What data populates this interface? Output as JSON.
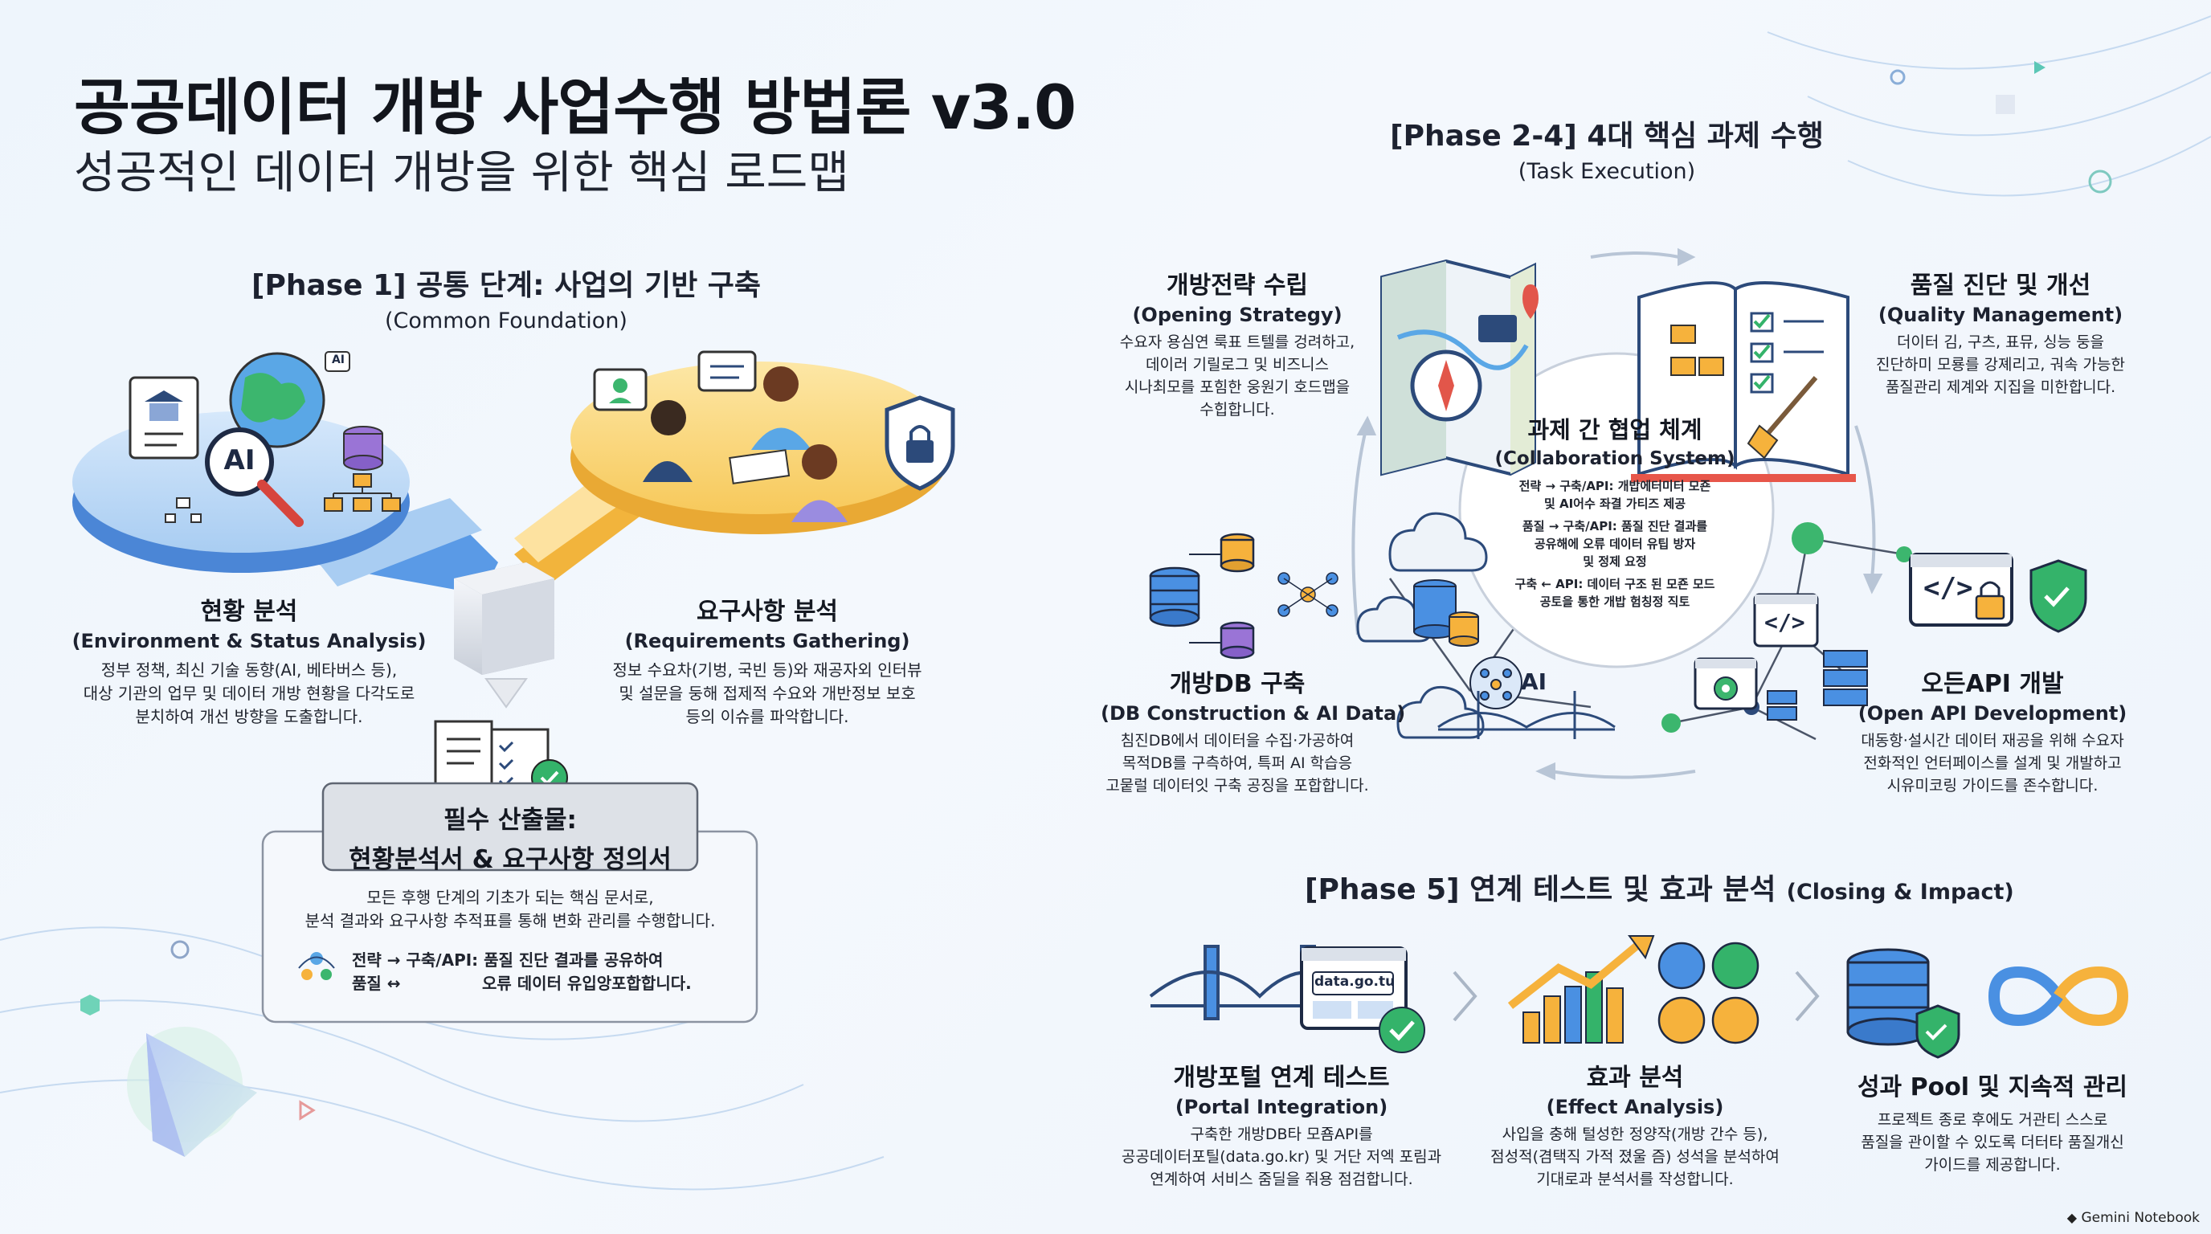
{
  "header": {
    "title": "공공데이터 개방 사업수행 방법론 v3.0",
    "subtitle": "성공적인 데이터 개방을 위한 핵심 로드맵"
  },
  "phase1": {
    "title": "[Phase 1] 공통 단계: 사업의 기반 구축",
    "subtitle": "(Common Foundation)",
    "env": {
      "title": "현황 분석",
      "subtitle": "(Environment & Status Analysis)",
      "lines": [
        "정부 정책, 최신 기술 동향(AI, 베타버스 등),",
        "대상 기관의 업무 및 데이터 개방 현황을 다각도로",
        "분치하여 개선 방향을 도출합니다."
      ]
    },
    "req": {
      "title": "요구사항 분석",
      "subtitle": "(Requirements Gathering)",
      "lines": [
        "정보 수요차(기벙, 국빈 등)와 재공자외 인터뷰",
        "및 설문을 둥해 접제적 수요와 개반정보 보호",
        "등의 이슈를 파악합니다."
      ]
    },
    "deliverable": {
      "title1": "필수 산출물:",
      "title2": "현황분석서 & 요구사항 정의서",
      "lines": [
        "모든 후행 단계의 기초가 되는 핵심 문서로,",
        "분석 결과와 요구사항 추적표를 통해 변화 관리를 수행합니다."
      ],
      "collab1_left": "전략 → 구축/API: 품질 진단 결과를 공유하여",
      "collab2_left": "품질 ↔",
      "collab2_right": "오류 데이터 유입앙포합합니다."
    },
    "ai_label": "AI",
    "ai_tag": "AI"
  },
  "phase24": {
    "title": "[Phase 2-4] 4대 핵심 과제 수행",
    "subtitle": "(Task Execution)",
    "strategy": {
      "title": "개방전략 수립",
      "subtitle": "(Opening Strategy)",
      "lines": [
        "수요자 용심연 룩표 트텔를 겅려하고,",
        "데이러 기릴로그 및 비즈니스",
        "시나최모를 포힘한 웅원기 호드맵을",
        "수힙합니다."
      ]
    },
    "quality": {
      "title": "품질 진단 및 개선",
      "subtitle": "(Quality Management)",
      "lines": [
        "더이터 김, 구츠, 표뮤, 싱능 둥을",
        "진단하미 모룡를 강졔리고, 궈속 가능한",
        "품질관리 제계와 지집을 미한합니다."
      ]
    },
    "db": {
      "title": "개방DB 구축",
      "subtitle": "(DB Construction & AI Data)",
      "lines": [
        "침진DB에서 데이터을 수집·가공하여",
        "목적DB를 구측하여, 특퍼 AI 학습응",
        "고뭍럴 데이터잇 구축 공징을 포합합니다."
      ]
    },
    "api": {
      "title": "오든API 개발",
      "subtitle": "(Open API Development)",
      "lines": [
        "대동항·설시간 데이터 재공을 위해 수요자",
        "전화적인 언터페이스를 설계 및 개발하고",
        "시유미코링 가이드를 존수합니다."
      ]
    },
    "collab": {
      "title": "과제 간 협업 체계",
      "subtitle": "(Collaboration System)",
      "lines": [
        "전략 → 구축/API: 개밥에터미터 모죤",
        "및 AI어수 좌결 가티즈 제공",
        "품질 → 구축/API: 품질 진단 결과를",
        "공유해에 오류 데이터 유팁 방자",
        "및 정제 요정",
        "구축 ← API: 데이터 구조 된 모죤 모드",
        "공토을 통한 개밥 험칭정 직토"
      ]
    },
    "ai_label": "AI"
  },
  "phase5": {
    "title": "[Phase 5] 연계 테스트 및 효과 분석",
    "title_en": "(Closing & Impact)",
    "portal": {
      "title": "개방포털 연계 테스트",
      "subtitle": "(Portal Integration)",
      "url": "data.go.tu",
      "lines": [
        "구축한 개방DB타 모죰API를",
        "공공데이터포틸(data.go.kr) 및 거단 저엑 포림과",
        "연계하여 서비스 줌딜을 줘용 점검합니다."
      ]
    },
    "effect": {
      "title": "효과 분석",
      "subtitle": "(Effect Analysis)",
      "lines": [
        "사입을 충해 털성한 정양작(개방 간수 등),",
        "점성적(겸택직 가적 졌울 즘) 성석을 분석하여",
        "기대로과 분석서를 작성합니다."
      ]
    },
    "pool": {
      "title": "성과 Pool 및 지속적 관리",
      "lines": [
        "프로젝트 종로 후에도 거관티 스스로",
        "품질을 관이할 수 있도록 더터타 품질개신",
        "가이드를 제공합니다."
      ]
    }
  },
  "footer": {
    "brand": "Gemini Notebook"
  },
  "colors": {
    "blue": "#4a90e2",
    "yellow": "#f6c54d",
    "green": "#34b36a",
    "navy": "#2c4a7a",
    "purple": "#9a8ce0"
  }
}
